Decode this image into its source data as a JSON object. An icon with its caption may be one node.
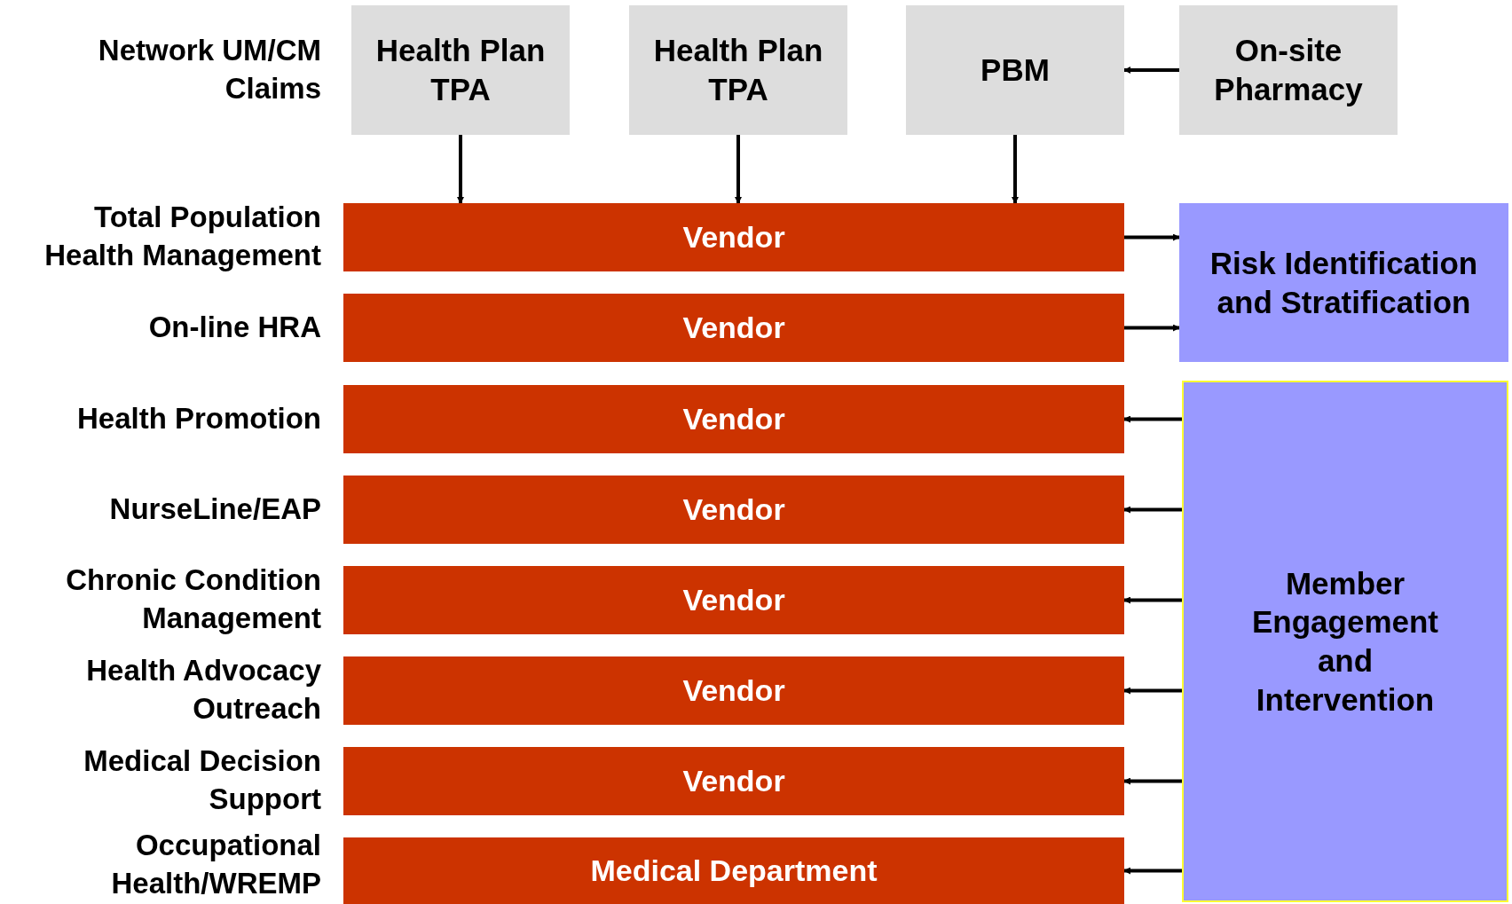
{
  "diagram": {
    "nodes": [
      {
        "text": [
          "Health Plan TPA"
        ]
      },
      {
        "text": [
          "Health Plan TPA"
        ]
      },
      {
        "text": [
          "PBM"
        ]
      },
      {
        "text": [
          "On-site Pharmacy"
        ]
      },
      {
        "text": [
          "Vendor"
        ]
      },
      {
        "text": [
          "Vendor"
        ]
      },
      {
        "text": [
          "Vendor"
        ]
      },
      {
        "text": [
          "Vendor"
        ]
      },
      {
        "text": [
          "Vendor"
        ]
      },
      {
        "text": [
          "Vendor"
        ]
      },
      {
        "text": [
          "Vendor"
        ]
      },
      {
        "text": [
          "Medical Department"
        ]
      },
      {
        "text": [
          "Risk Identification and Stratification"
        ]
      },
      {
        "text": [
          "Member Engagement and Intervention"
        ]
      }
    ],
    "edges": [
      {
        "from": 3,
        "to": 2,
        "arrow": "to"
      },
      {
        "from": 0,
        "to": 4,
        "arrow": "to"
      },
      {
        "from": 1,
        "to": 4,
        "arrow": "to"
      },
      {
        "from": 2,
        "to": 4,
        "arrow": "to"
      },
      {
        "from": 4,
        "to": 12,
        "arrow": "to"
      },
      {
        "from": 5,
        "to": 12,
        "arrow": "to"
      },
      {
        "from": 13,
        "to": 6,
        "arrow": "to"
      },
      {
        "from": 13,
        "to": 7,
        "arrow": "to"
      },
      {
        "from": 13,
        "to": 8,
        "arrow": "to"
      },
      {
        "from": 13,
        "to": 9,
        "arrow": "to"
      },
      {
        "from": 13,
        "to": 10,
        "arrow": "to"
      },
      {
        "from": 13,
        "to": 11,
        "arrow": "to"
      }
    ],
    "labels": [
      "Network UM/CM Claims",
      "Total Population Health Management",
      "On-line HRA",
      "Health Promotion",
      "NurseLine/EAP",
      "Chronic Condition Management",
      "Health Advocacy Outreach",
      "Medical Decision Support",
      "Occupational Health/WREMP"
    ]
  }
}
